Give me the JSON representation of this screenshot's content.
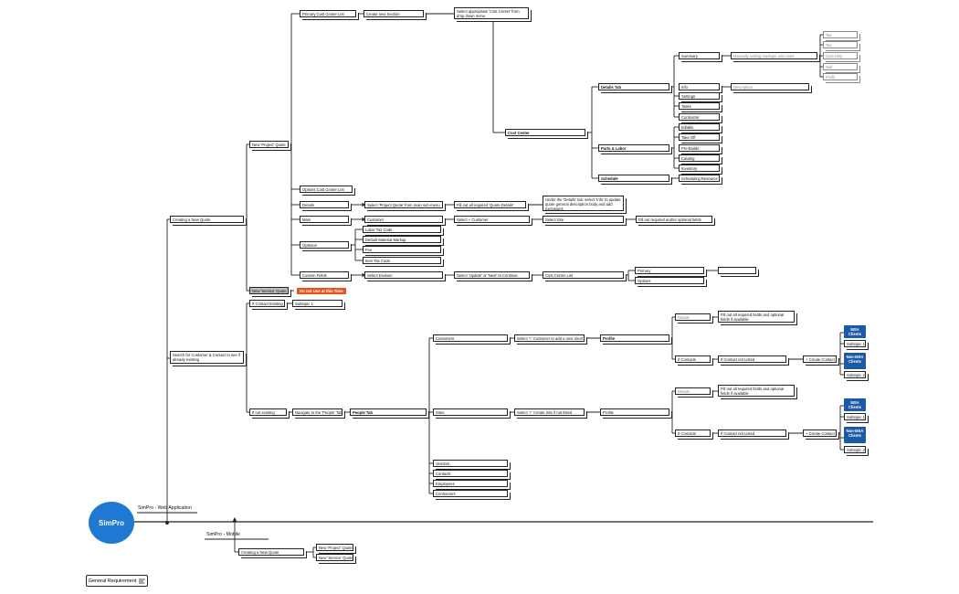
{
  "app": {
    "name": "SimPro",
    "web_label": "SimPro - Web Application",
    "mobile_label": "SimPro - Mobile",
    "general_requirement": "General Requirement",
    "req_icon": "list-icon"
  },
  "nodes": [
    {
      "id": "n1",
      "t": "Primary Cost Center List"
    },
    {
      "id": "n2",
      "t": "Create new Section"
    },
    {
      "id": "n3",
      "t": "Select appropriate 'Cost Center' from drop down menu"
    },
    {
      "id": "n4",
      "t": "Cost Center"
    },
    {
      "id": "n5",
      "t": "Details Tab"
    },
    {
      "id": "n6",
      "t": "Summary"
    },
    {
      "id": "n7",
      "t": "Manually setting markups and costs"
    },
    {
      "id": "n8",
      "t": "Info"
    },
    {
      "id": "n9",
      "t": "Description"
    },
    {
      "id": "n10",
      "t": "Settings"
    },
    {
      "id": "n11",
      "t": "Tasks"
    },
    {
      "id": "n12",
      "t": "Contractor"
    },
    {
      "id": "n13",
      "t": "Billable"
    },
    {
      "id": "n14",
      "t": "Parts & Labor"
    },
    {
      "id": "n15",
      "t": "Take Off"
    },
    {
      "id": "n16",
      "t": "Pre-Builds"
    },
    {
      "id": "n17",
      "t": "Catalog"
    },
    {
      "id": "n18",
      "t": "Inventory"
    },
    {
      "id": "n19",
      "t": "Schedule"
    },
    {
      "id": "n20",
      "t": "Scheduling Resource"
    },
    {
      "id": "n21",
      "t": "Options Cost Center List"
    },
    {
      "id": "n22",
      "t": "New 'Project' Quote"
    },
    {
      "id": "n23",
      "t": "Details"
    },
    {
      "id": "n24",
      "t": "Select 'Project Quote' from main sub-menu"
    },
    {
      "id": "n25",
      "t": "Fill out all required 'Quote Details'"
    },
    {
      "id": "n26",
      "t": "Under the 'Details' tab, select 'Info' to update quote general description body and add exclusions"
    },
    {
      "id": "n27",
      "t": "Main"
    },
    {
      "id": "n28",
      "t": "Customer"
    },
    {
      "id": "n29",
      "t": "Select + Customer"
    },
    {
      "id": "n30",
      "t": "Select Site"
    },
    {
      "id": "n31",
      "t": "Fill out required and/or optional fields"
    },
    {
      "id": "n32",
      "t": "Optional"
    },
    {
      "id": "n33",
      "t": "Labor Tax Code"
    },
    {
      "id": "n34",
      "t": "Default Material Markup"
    },
    {
      "id": "n35",
      "t": "Fee"
    },
    {
      "id": "n36",
      "t": "Item Tax Code"
    },
    {
      "id": "n37",
      "t": "Custom Fields"
    },
    {
      "id": "n38",
      "t": "Select Division"
    },
    {
      "id": "n39",
      "t": "Select 'Update' or 'Next' to Continue"
    },
    {
      "id": "n40",
      "t": "Cost Center List"
    },
    {
      "id": "n41",
      "t": "Primary"
    },
    {
      "id": "n42",
      "t": ""
    },
    {
      "id": "n43",
      "t": "Options"
    },
    {
      "id": "n44",
      "t": "Creating a New Quote"
    },
    {
      "id": "n45",
      "t": "New 'Service' Quote"
    },
    {
      "id": "n46",
      "t": "If Contact Existing"
    },
    {
      "id": "n47",
      "t": "Subtopic 1"
    },
    {
      "id": "n48",
      "t": "Search for Customer & Contact to see if already existing"
    },
    {
      "id": "n49",
      "t": "Customers"
    },
    {
      "id": "n50",
      "t": "Select '+' Customer to add a new client"
    },
    {
      "id": "n51",
      "t": "Profile"
    },
    {
      "id": "n52",
      "t": "Details"
    },
    {
      "id": "n53",
      "t": "Fill out all required fields and optional fields if available"
    },
    {
      "id": "n54",
      "t": "If Contacts"
    },
    {
      "id": "n55",
      "t": "If Contact not Listed"
    },
    {
      "id": "n56",
      "t": "+ Create Contact"
    },
    {
      "id": "n57",
      "t": "Subtopic 1"
    },
    {
      "id": "n58",
      "t": "Subtopic 2"
    },
    {
      "id": "n59",
      "t": "If not existing"
    },
    {
      "id": "n60",
      "t": "Navigate to the 'People' Tab"
    },
    {
      "id": "n61",
      "t": "People Tab"
    },
    {
      "id": "n62",
      "t": "Sites"
    },
    {
      "id": "n63",
      "t": "Select '+' Create Site if not listed"
    },
    {
      "id": "n64",
      "t": "Profile"
    },
    {
      "id": "n65",
      "t": "Details"
    },
    {
      "id": "n66",
      "t": "Fill out all required fields and optional fields if available"
    },
    {
      "id": "n67",
      "t": "If Contacts"
    },
    {
      "id": "n68",
      "t": "If Contact not Listed"
    },
    {
      "id": "n69",
      "t": "+ Create Contact"
    },
    {
      "id": "n70",
      "t": "Subtopic 1"
    },
    {
      "id": "n71",
      "t": "Subtopic 2"
    },
    {
      "id": "n72",
      "t": "Vendors"
    },
    {
      "id": "n73",
      "t": "Contacts"
    },
    {
      "id": "n74",
      "t": "Employees"
    },
    {
      "id": "n75",
      "t": "Contractors"
    },
    {
      "id": "n76",
      "t": "Creating a New Quote"
    },
    {
      "id": "n77",
      "t": "New 'Project' Quote"
    },
    {
      "id": "n78",
      "t": "New 'Service' Quote"
    },
    {
      "id": "n79",
      "t": "Tax"
    },
    {
      "id": "n80",
      "t": "Tax"
    },
    {
      "id": "n81",
      "t": "Cost Only"
    },
    {
      "id": "n82",
      "t": "Sell"
    },
    {
      "id": "n83",
      "t": "Profit"
    }
  ],
  "warning": "Do not Use at this Time",
  "badges": [
    "MSA Clients",
    "Non-MSA Clients",
    "MSA Clients",
    "Non-MSA Clients"
  ]
}
